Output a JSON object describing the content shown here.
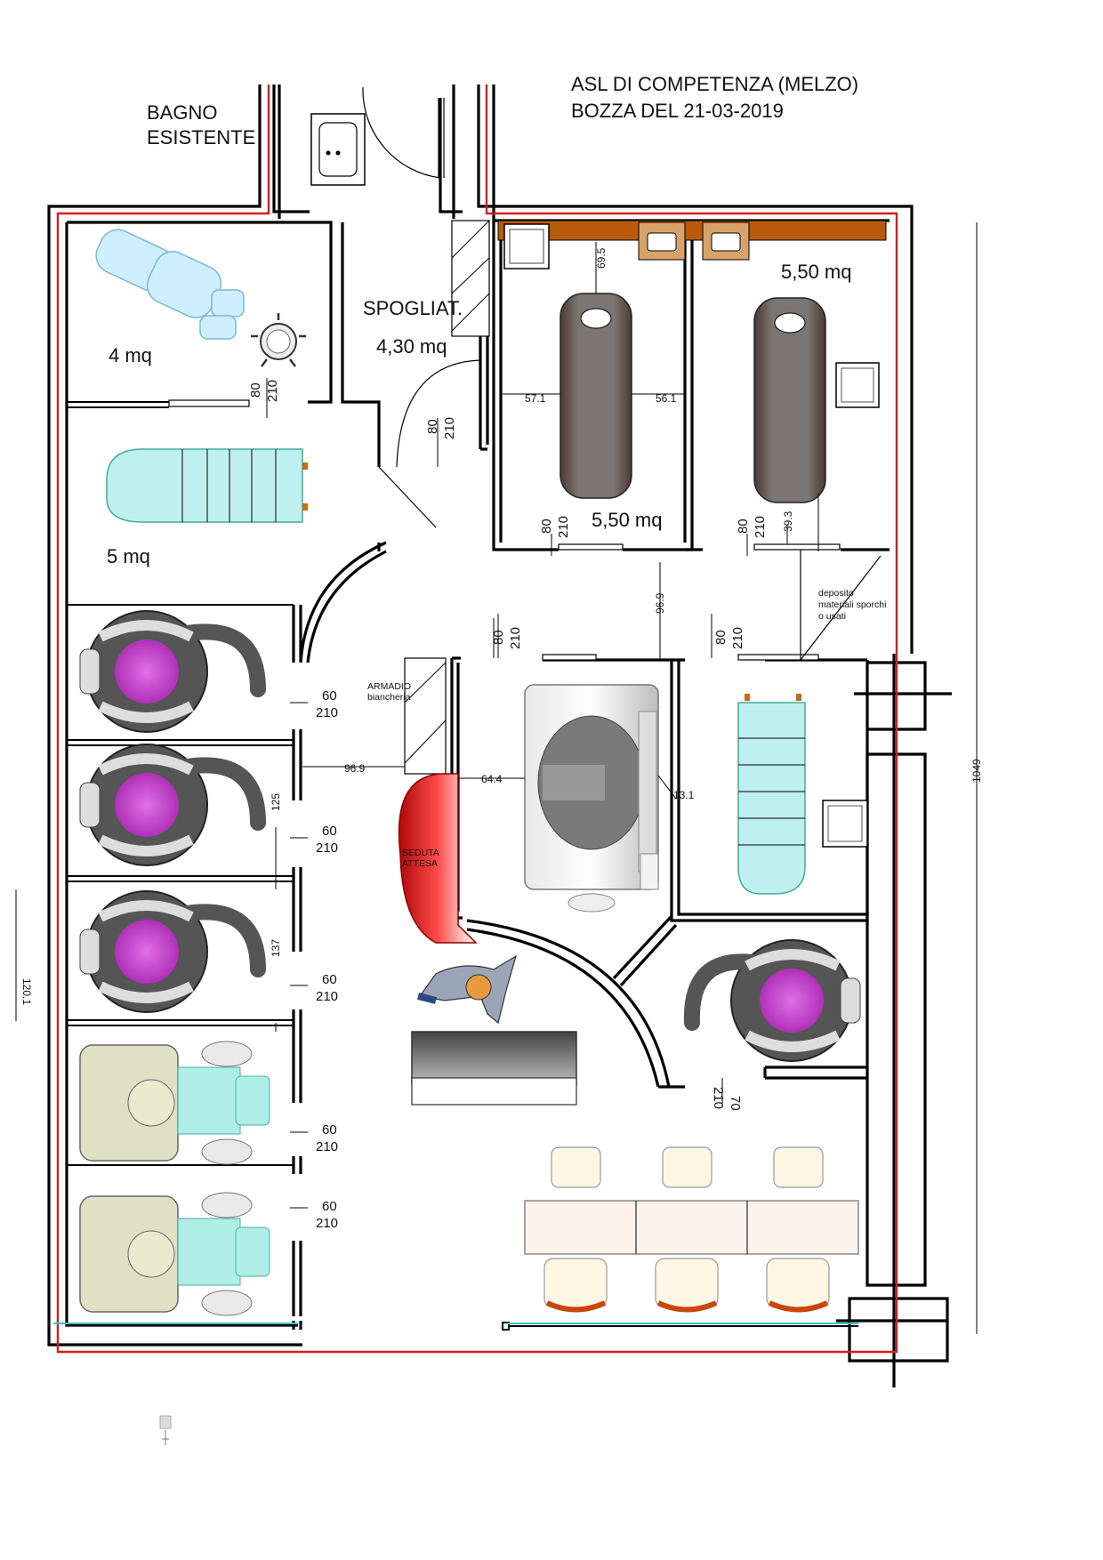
{
  "header": {
    "line1": "ASL DI COMPETENZA (MELZO)",
    "line2": "BOZZA DEL  21-03-2019"
  },
  "rooms": {
    "bagno_line1": "BAGNO",
    "bagno_line2": "ESISTENTE",
    "spogliat_name": "SPOGLIAT.",
    "spogliat_area": "4,30  mq",
    "room_4mq": "4 mq",
    "room_5mq": "5 mq",
    "room_550_left": "5,50 mq",
    "room_550_right": "5,50 mq"
  },
  "notes": {
    "armadio_1": "ARMADIO",
    "armadio_2": "biancheria",
    "seduta_1": "SEDUTA",
    "seduta_2": "ATTESA",
    "deposito_1": "deposito",
    "deposito_2": "materiali sporchi",
    "deposito_3": "o usati"
  },
  "dimensions": {
    "d_69_5": "69.5",
    "d_57_1": "57.1",
    "d_56_1": "56.1",
    "d_39_3": "39.3",
    "d_96_9_v": "96.9",
    "d_96_9_h": "96.9",
    "d_64_4": "64.4",
    "d_13_1": "13.1",
    "d_125": "125",
    "d_137": "137",
    "d_1049": "1049",
    "d_120_1": "120.1",
    "door_80": "80",
    "door_210": "210",
    "door_60": "60",
    "door_70": "70"
  },
  "colors": {
    "wall": "#000000",
    "outline_red": "#d21f1f",
    "chair_purple": "#c040c8",
    "bed_cyan": "#bff0f0",
    "counter_brown": "#b85a0c",
    "seat_red": "#dd2222",
    "couch_gray": "#7a7470"
  }
}
